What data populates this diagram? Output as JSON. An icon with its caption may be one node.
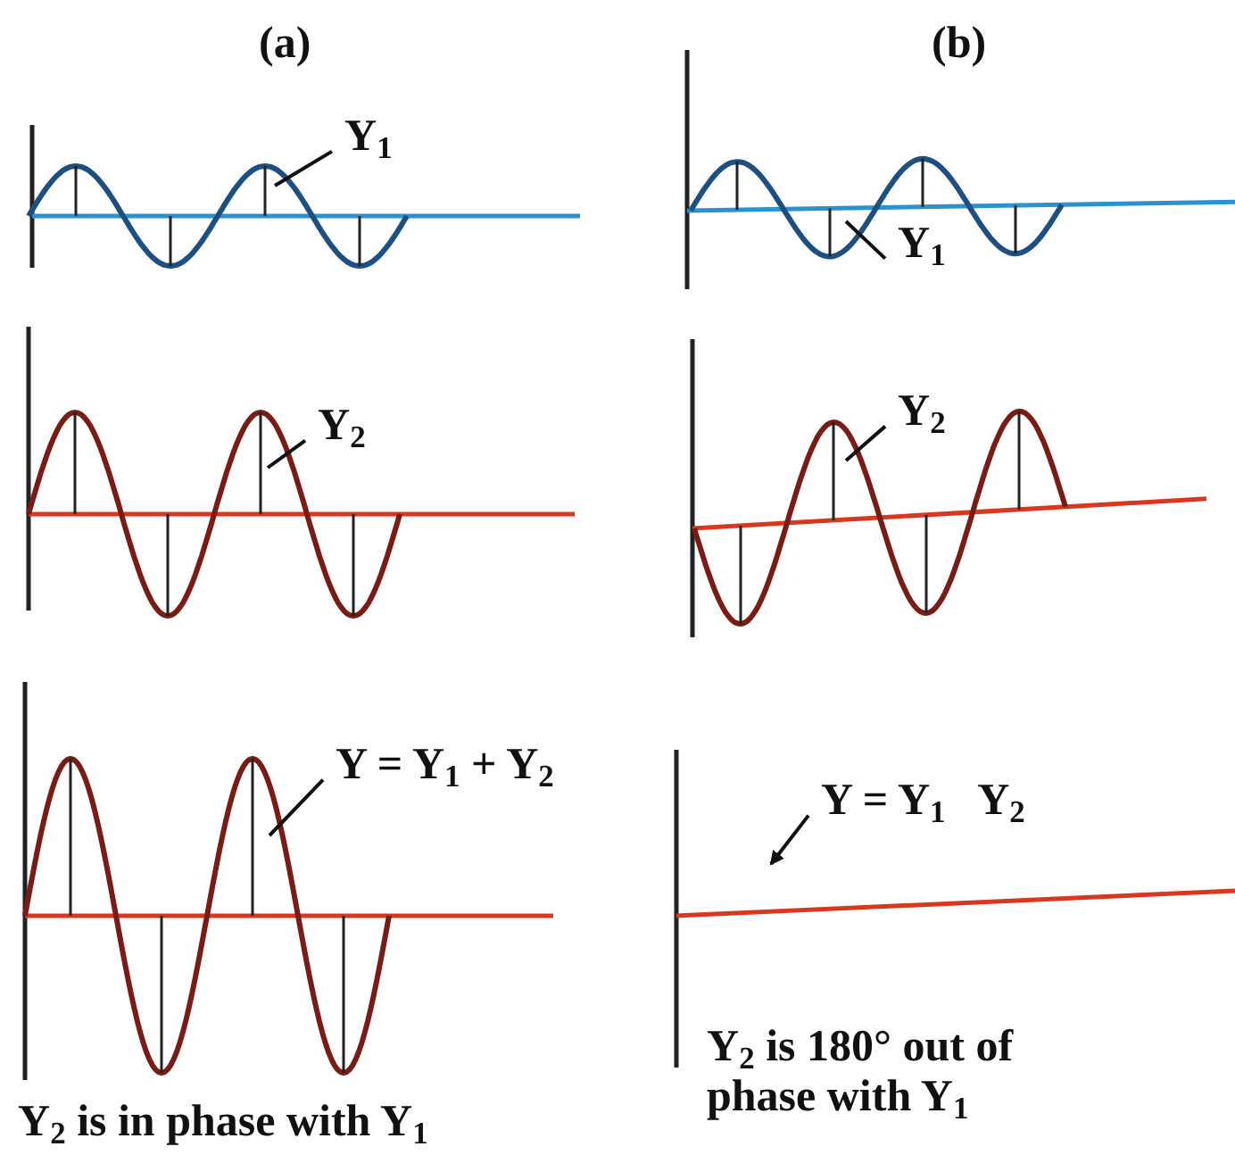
{
  "diagram": {
    "nodes": [
      {
        "text": [
          "Y$_{1}$"
        ]
      },
      {
        "text": [
          "Y$_{1}$"
        ]
      },
      {
        "text": [
          "Y$_{2}$"
        ]
      },
      {
        "text": [
          "Y$_{2}$"
        ]
      },
      {
        "text": [
          "Y = Y$_{1}$ + Y$_{2}$"
        ]
      },
      {
        "text": [
          "Y = Y$_{1}$   Y$_{2}$"
        ]
      }
    ],
    "edges": [
      {
        "from": 0,
        "to": null,
        "arrow": "none"
      },
      {
        "from": 1,
        "to": null,
        "arrow": "none"
      },
      {
        "from": 2,
        "to": null,
        "arrow": "none"
      },
      {
        "from": 3,
        "to": null,
        "arrow": "none"
      },
      {
        "from": 4,
        "to": null,
        "arrow": "none"
      },
      {
        "from": 5,
        "to": null,
        "arrow": "to"
      }
    ],
    "labels": [
      "(a)",
      "(b)",
      "Y$_{2}$ is in phase with Y$_{1}$",
      "Y$_{2}$ is 180° out of phase with Y$_{1}$"
    ]
  }
}
